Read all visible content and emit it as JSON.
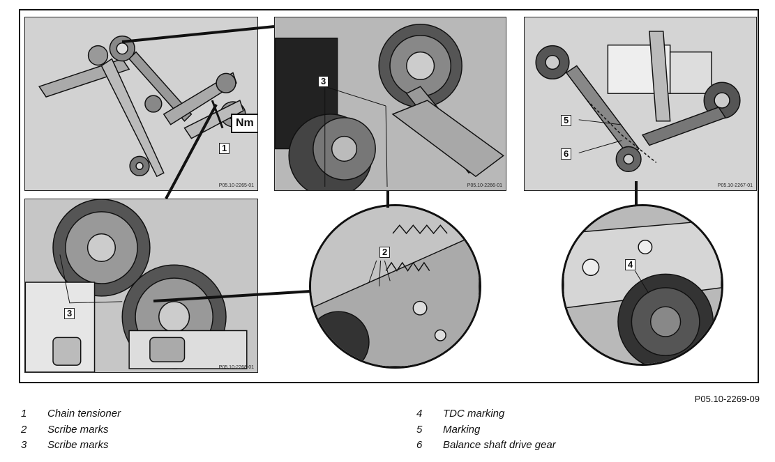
{
  "figure_id": "P05.10-2269-09",
  "panels": {
    "top_left": {
      "code": "P05.10-2265-01",
      "callouts": [
        "1"
      ],
      "nm_label": "Nm"
    },
    "top_middle": {
      "code": "P05.10-2266-01",
      "callouts": [
        "3"
      ]
    },
    "top_right": {
      "code": "P05.10-2267-01",
      "callouts": [
        "5",
        "6"
      ]
    },
    "bottom_left": {
      "code": "P05.10-2268-01",
      "callouts": [
        "3"
      ]
    },
    "circle_middle": {
      "callouts": [
        "2"
      ]
    },
    "circle_right": {
      "callouts": [
        "4"
      ]
    }
  },
  "legend": {
    "left": [
      {
        "num": "1",
        "text": "Chain tensioner"
      },
      {
        "num": "2",
        "text": "Scribe marks"
      },
      {
        "num": "3",
        "text": "Scribe marks"
      }
    ],
    "right": [
      {
        "num": "4",
        "text": "TDC marking"
      },
      {
        "num": "5",
        "text": "Marking"
      },
      {
        "num": "6",
        "text": "Balance shaft drive gear"
      }
    ]
  }
}
